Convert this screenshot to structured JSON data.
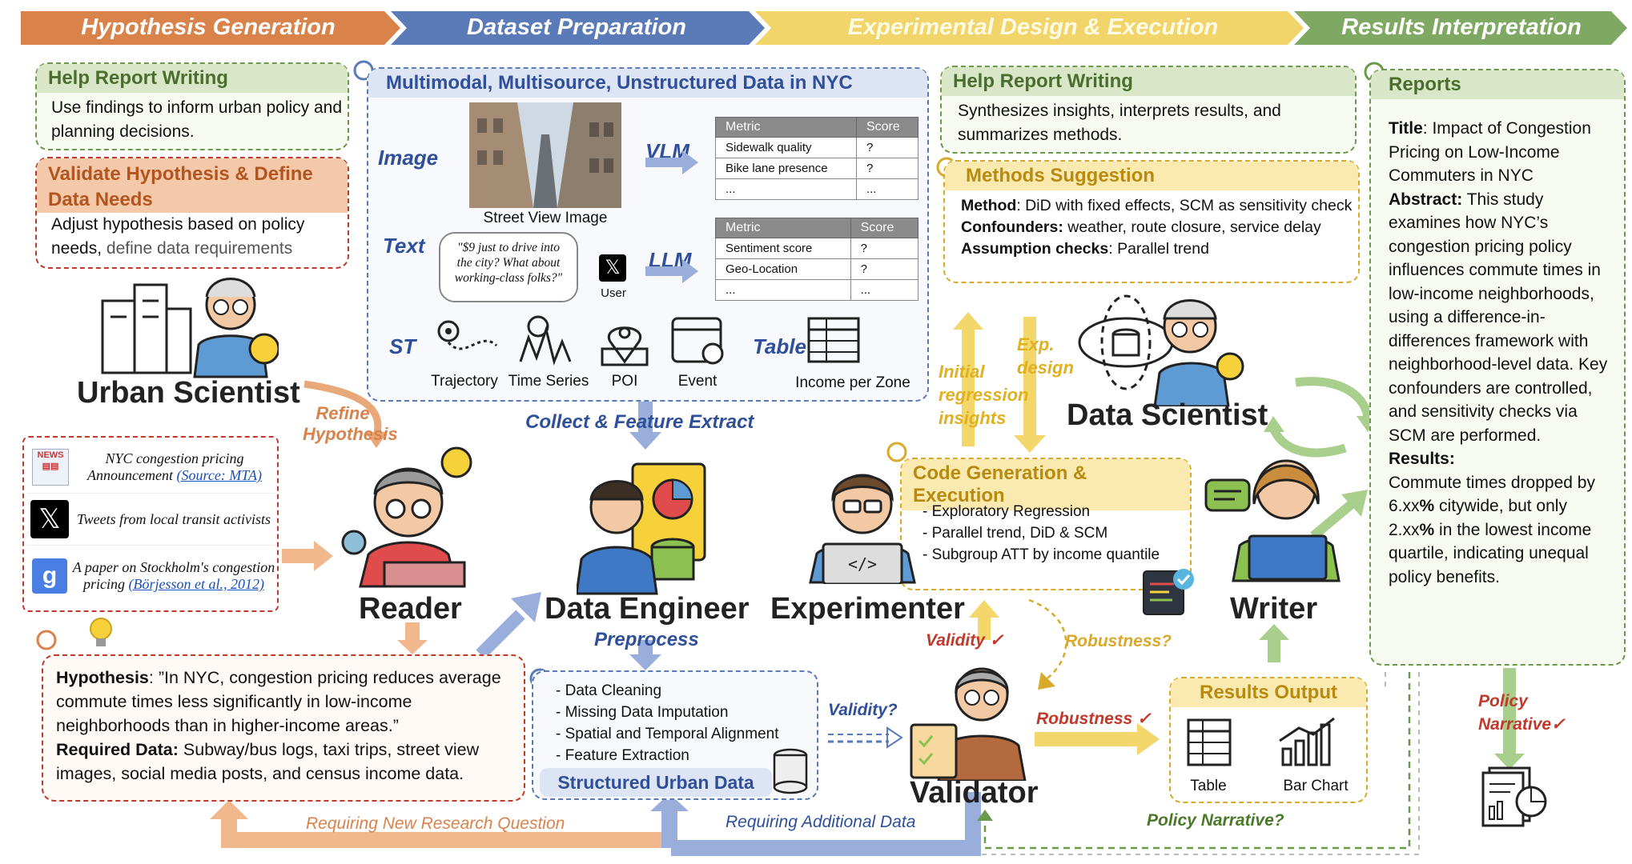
{
  "banners": [
    {
      "label": "Hypothesis Generation",
      "color": "#d9824a"
    },
    {
      "label": "Dataset Preparation",
      "color": "#5b7ab8"
    },
    {
      "label": "Experimental Design & Execution",
      "color": "#f1d56a"
    },
    {
      "label": "Results Interpretation",
      "color": "#7fa862"
    }
  ],
  "left": {
    "help_title": "Help Report Writing",
    "help_body": "Use findings to inform urban policy and planning decisions.",
    "validate_title": "Validate Hypothesis & Define Data Needs",
    "validate_body_1": "Adjust hypothesis based on policy needs,",
    "validate_body_2": "define data requirements",
    "urban_scientist": "Urban Scientist",
    "refine": "Refine Hypothesis",
    "sources": [
      {
        "text": "NYC congestion pricing Announcement",
        "link": "(Source: MTA)",
        "icon": "news-icon"
      },
      {
        "text": "Tweets from local transit activists",
        "link": "",
        "icon": "x-logo-icon"
      },
      {
        "text": "A paper on Stockholm's congestion pricing",
        "link": "(Börjesson et al., 2012)",
        "icon": "google-scholar-icon"
      }
    ],
    "reader": "Reader",
    "hyp_label": "Hypothesis",
    "hyp_text": ": ”In NYC, congestion pricing reduces average commute times less significantly in low-income neighborhoods than in higher-income areas.”",
    "req_label": "Required Data:",
    "req_text": " Subway/bus logs, taxi trips, street view images, social media posts, and census income data.",
    "new_rq": "Requiring New Research Question"
  },
  "data": {
    "title": "Multimodal, Multisource, Unstructured Data in NYC",
    "image_label": "Image",
    "street_caption": "Street View Image",
    "vlm": "VLM",
    "text_label": "Text",
    "tweet": "\"$9 just to drive into the city? What about working-class folks?\"",
    "user": "User",
    "llm": "LLM",
    "st_label": "ST",
    "table_label": "Table",
    "st_items": [
      "Trajectory",
      "Time Series",
      "POI",
      "Event"
    ],
    "income": "Income per Zone",
    "table1": {
      "headers": [
        "Metric",
        "Score"
      ],
      "rows": [
        [
          "Sidewalk quality",
          "?"
        ],
        [
          "Bike lane presence",
          "?"
        ],
        [
          "...",
          "..."
        ]
      ]
    },
    "table2": {
      "headers": [
        "Metric",
        "Score"
      ],
      "rows": [
        [
          "Sentiment score",
          "?"
        ],
        [
          "Geo-Location",
          "?"
        ],
        [
          "...",
          "..."
        ]
      ]
    },
    "collect": "Collect & Feature Extract",
    "engineer": "Data Engineer",
    "preprocess": "Preprocess",
    "prep_items": [
      "- Data Cleaning",
      "- Missing Data Imputation",
      "- Spatial and Temporal Alignment",
      "- Feature Extraction"
    ],
    "structured": "Structured Urban Data",
    "validity_q": "Validity?",
    "additional": "Requiring Additional Data"
  },
  "exp": {
    "help_title": "Help Report Writing",
    "help_body": "Synthesizes insights, interprets results, and summarizes methods.",
    "methods_title": "Methods Suggestion",
    "method_label": "Method",
    "method_text": ": DiD with fixed effects, SCM as sensitivity check",
    "conf_label": "Confounders:",
    "conf_text": " weather, route closure, service delay",
    "assump_label": "Assumption checks",
    "assump_text": ": Parallel trend",
    "initial": "Initial regression insights",
    "exp_design": "Exp. design",
    "data_scientist": "Data Scientist",
    "code_title": "Code Generation & Execution",
    "code_items": [
      "- Exploratory Regression",
      "- Parallel trend, DiD & SCM",
      "- Subgroup ATT by income quantile"
    ],
    "experimenter": "Experimenter",
    "validity_check": "Validity ✓",
    "robustness_q": "Robustness?",
    "robustness_check": "Robustness ✓",
    "validator": "Validator"
  },
  "results": {
    "writer": "Writer",
    "output_title": "Results Output",
    "table": "Table",
    "bar_chart": "Bar Chart",
    "policy_q": "Policy Narrative?",
    "policy_check": "Policy Narrative✓",
    "reports_title": "Reports",
    "r_title_label": "Title",
    "r_title": ": Impact of Congestion Pricing on Low-Income Commuters in NYC",
    "r_abs_label": "Abstract:",
    "r_abs": " This study examines how NYC’s congestion pricing policy influences commute times in low-income neighborhoods, using a difference-in-differences framework with neighborhood-level data. Key confounders are controlled, and sensitivity checks via SCM are performed.",
    "r_res_label": "Results",
    "r_res_1": "Commute times dropped by 6.xx",
    "r_res_pct1": "%",
    "r_res_2": " citywide, but only 2.xx",
    "r_res_pct2": "%",
    "r_res_3": " in the lowest income quartile, indicating unequal policy benefits."
  }
}
